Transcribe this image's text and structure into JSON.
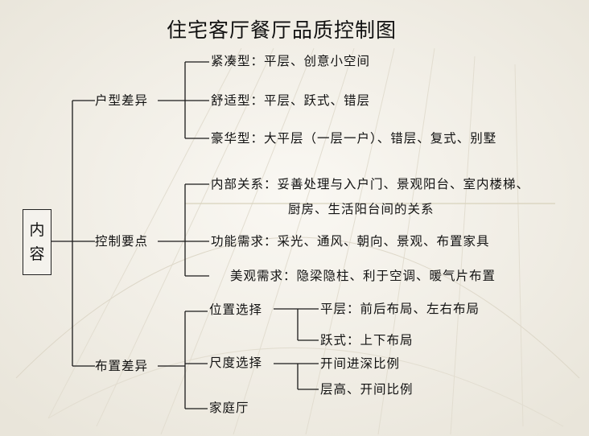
{
  "title": "住宅客厅餐厅品质控制图",
  "root": {
    "line1": "内",
    "line2": "容"
  },
  "branches": {
    "layout_difference": {
      "label": "户型差异",
      "items": [
        "紧凑型：平层、创意小空间",
        "舒适型：平层、跃式、错层",
        "豪华型：大平层（一层一户）、错层、复式、别墅"
      ]
    },
    "control_points": {
      "label": "控制要点",
      "items": [
        "内部关系：妥善处理与入户门、景观阳台、室内楼梯、",
        "厨房、生活阳台间的关系",
        "功能需求：采光、通风、朝向、景观、布置家具",
        "美观需求：隐梁隐柱、利于空调、暖气片布置"
      ]
    },
    "arrangement_difference": {
      "label": "布置差异",
      "position": {
        "label": "位置选择",
        "items": [
          "平层：前后布局、左右布局",
          "跃式：上下布局"
        ]
      },
      "scale": {
        "label": "尺度选择",
        "items": [
          "开间进深比例",
          "层高、开间比例"
        ]
      },
      "family_room": {
        "label": "家庭厅"
      }
    }
  }
}
